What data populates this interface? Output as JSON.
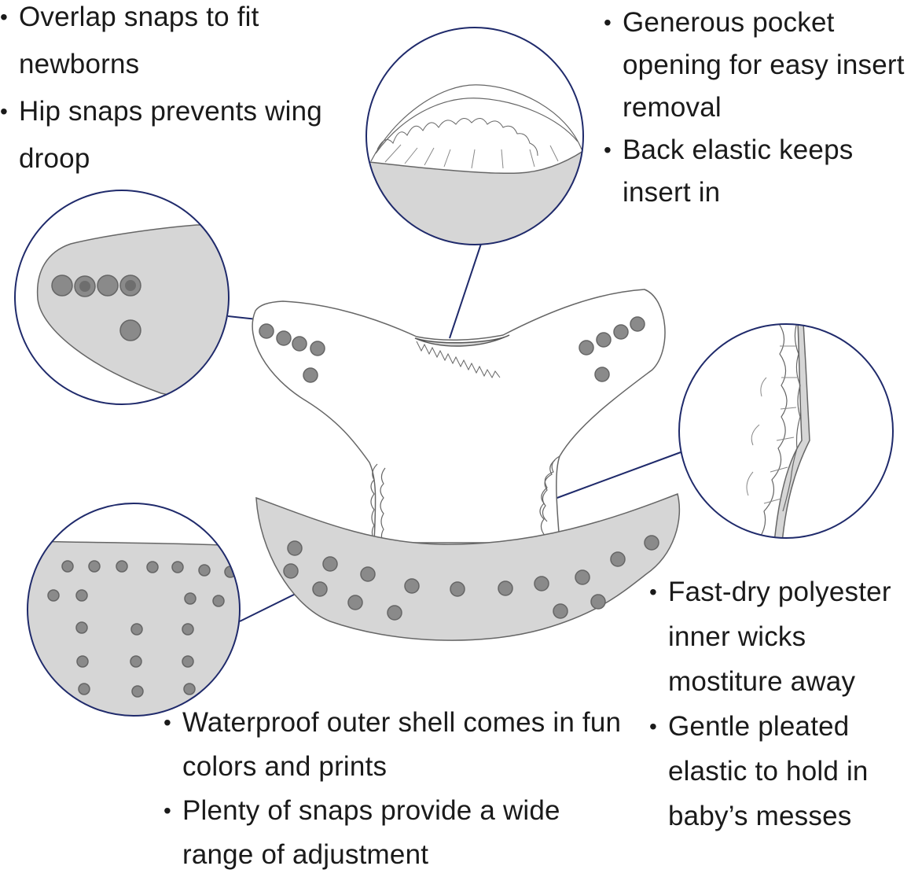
{
  "callouts": {
    "top_left": [
      "Overlap snaps to fit newborns",
      "Hip snaps prevents wing droop"
    ],
    "top_right": [
      "Generous pocket opening for easy insert removal",
      "Back elastic keeps insert in"
    ],
    "right": [
      "Fast-dry polyester inner wicks mostiture away",
      "Gentle pleated elastic to hold in baby’s messes"
    ],
    "bottom": [
      "Waterproof outer shell comes in fun colors and prints",
      "Plenty of snaps provide a wide range of adjustment"
    ]
  },
  "colors": {
    "outline": "#555555",
    "fill": "#d6d6d6",
    "snap": "#8a8a8a",
    "snap_center": "#6e6e6e",
    "zoom_ring": "#1f2a6b"
  }
}
